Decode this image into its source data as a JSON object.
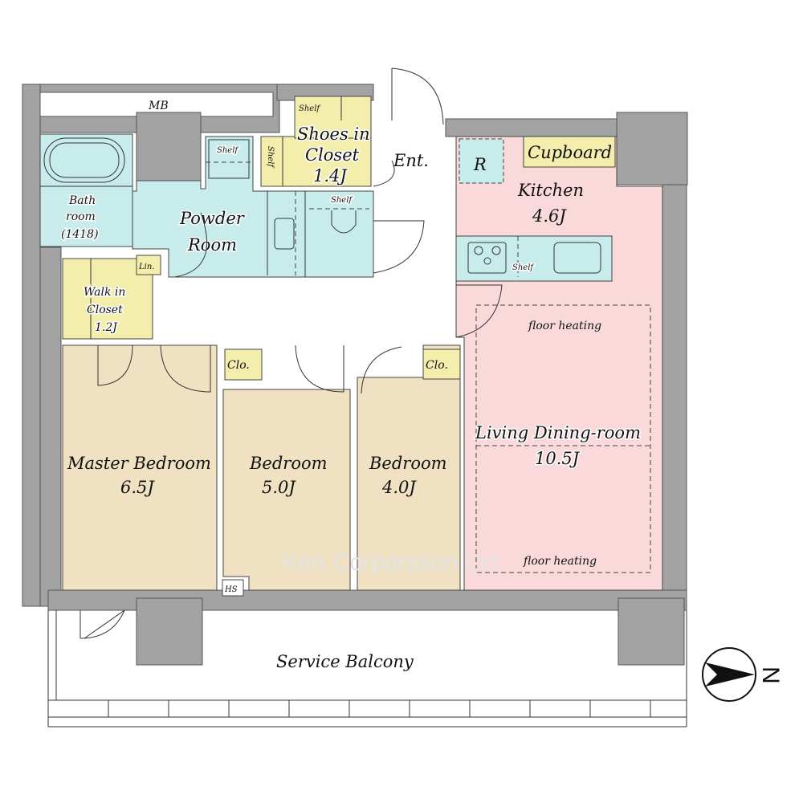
{
  "colors": {
    "wall": "#a3a3a3",
    "wet": "#c8ecec",
    "storage": "#f3eeab",
    "living": "#f9d9d9",
    "bedroom": "#efe1c1"
  },
  "rooms": {
    "mb": "MB",
    "bath": {
      "l1": "Bath",
      "l2": "room",
      "l3": "(1418)"
    },
    "powder": {
      "l1": "Powder",
      "l2": "Room"
    },
    "shoes": {
      "l1": "Shoes in",
      "l2": "Closet",
      "l3": "1.4J"
    },
    "entrance": "Ent.",
    "kitchen": {
      "name": "Kitchen",
      "size": "4.6J"
    },
    "refrigerator": "R",
    "cupboard": "Cupboard",
    "linen": "Lin.",
    "walkin": {
      "l1": "Walk in",
      "l2": "Closet",
      "l3": "1.2J"
    },
    "master": {
      "name": "Master Bedroom",
      "size": "6.5J"
    },
    "bedroom2": {
      "name": "Bedroom",
      "size": "5.0J"
    },
    "bedroom3": {
      "name": "Bedroom",
      "size": "4.0J"
    },
    "closet": "Clo.",
    "living": {
      "name": "Living Dining-room",
      "size": "10.5J"
    },
    "floor_heating": "floor heating",
    "shelf": "Shelf",
    "hs": "HS",
    "balcony": "Service Balcony"
  },
  "compass": {
    "label": "N",
    "icon": "north-arrow-icon"
  },
  "watermark": "Ken Corporation Ltd."
}
